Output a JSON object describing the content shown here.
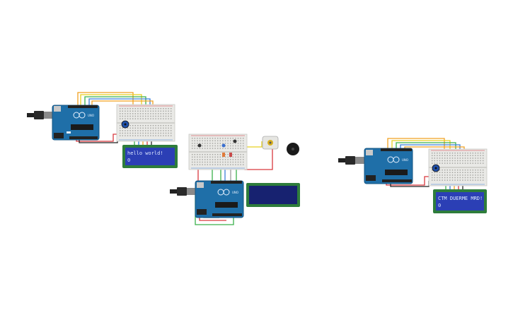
{
  "circuits": [
    {
      "id": "circuit-left",
      "board_label": "UNO",
      "lcd_line1": "hello world!",
      "lcd_line2": "0"
    },
    {
      "id": "circuit-middle",
      "board_label": "UNO",
      "lcd_line1": "",
      "lcd_line2": ""
    },
    {
      "id": "circuit-right",
      "board_label": "UNO",
      "lcd_line1": "CTM DUERME MRD!",
      "lcd_line2": "0"
    }
  ],
  "colors": {
    "board": "#1f6fa8",
    "breadboard": "#e9e9e6",
    "lcd_frame": "#2e7d3b",
    "lcd_screen": "#2b3fb5",
    "lcd_screen_off": "#172270",
    "wire_red": "#d9393e",
    "wire_orange": "#f0a020",
    "wire_yellow": "#e8d020",
    "wire_green": "#3ab04a",
    "wire_blue": "#3b7fd9",
    "wire_gray": "#9a9a9a",
    "wire_black": "#222222"
  },
  "icons": [
    "usb-plug-icon",
    "potentiometer-icon",
    "dc-motor-icon",
    "piezo-buzzer-icon",
    "led-icon"
  ]
}
